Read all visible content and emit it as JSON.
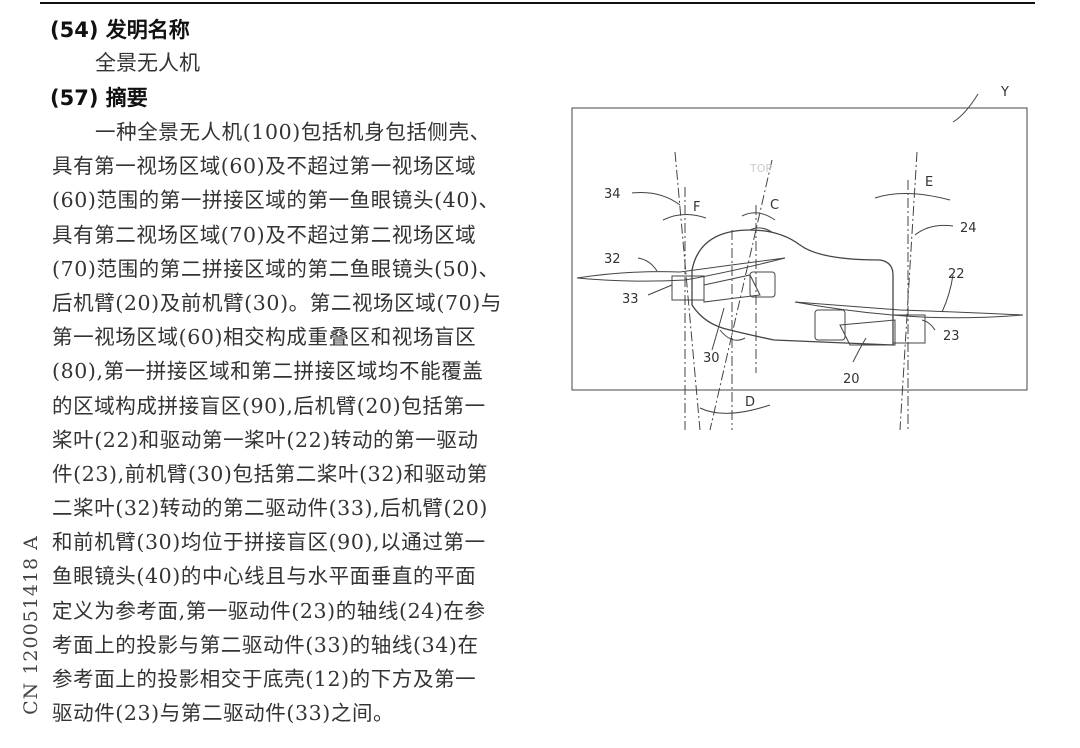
{
  "header": {
    "title_heading": "(54) 发明名称",
    "title": "全景无人机",
    "abstract_heading": "(57) 摘要"
  },
  "abstract_lines": [
    "一种全景无人机(100)包括机身包括侧壳、",
    "具有第一视场区域(60)及不超过第一视场区域",
    "(60)范围的第一拼接区域的第一鱼眼镜头(40)、",
    "具有第二视场区域(70)及不超过第二视场区域",
    "(70)范围的第二拼接区域的第二鱼眼镜头(50)、",
    "后机臂(20)及前机臂(30)。第二视场区域(70)与",
    "第一视场区域(60)相交构成重叠区和视场盲区",
    "(80),第一拼接区域和第二拼接区域均不能覆盖",
    "的区域构成拼接盲区(90),后机臂(20)包括第一",
    "桨叶(22)和驱动第一桨叶(22)转动的第一驱动",
    "件(23),前机臂(30)包括第二桨叶(32)和驱动第",
    "二桨叶(32)转动的第二驱动件(33),后机臂(20)",
    "和前机臂(30)均位于拼接盲区(90),以通过第一",
    "鱼眼镜头(40)的中心线且与水平面垂直的平面",
    "定义为参考面,第一驱动件(23)的轴线(24)在参",
    "考面上的投影与第二驱动件(33)的轴线(34)在",
    "参考面上的投影相交于底壳(12)的下方及第一",
    "驱动件(23)与第二驱动件(33)之间。"
  ],
  "side_number": "CN 120051418 A",
  "figure": {
    "labels": {
      "y": "Y",
      "top": "TOP",
      "l34": "34",
      "f": "F",
      "c": "C",
      "e": "E",
      "l24": "24",
      "l32": "32",
      "l22": "22",
      "l33": "33",
      "l23": "23",
      "l30": "30",
      "l20": "20",
      "d": "D"
    }
  }
}
